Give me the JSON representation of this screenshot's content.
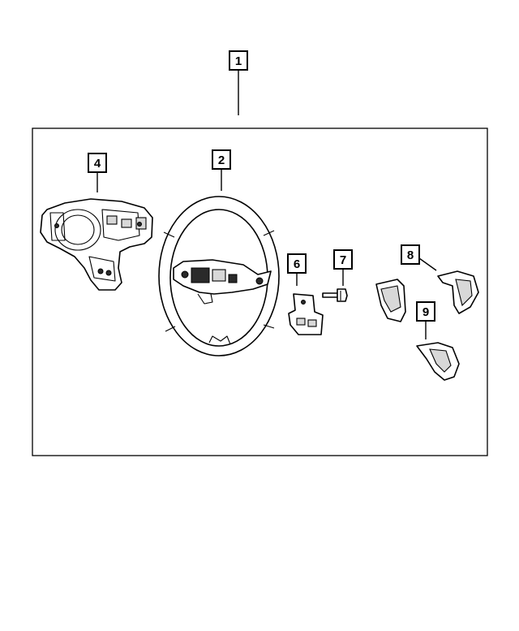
{
  "callouts": {
    "c1": "1",
    "c2": "2",
    "c4": "4",
    "c6": "6",
    "c7": "7",
    "c8": "8",
    "c9": "9"
  },
  "parts": [
    {
      "callout": "1",
      "icon": "assembly-frame"
    },
    {
      "callout": "2",
      "icon": "steering-wheel-icon"
    },
    {
      "callout": "4",
      "icon": "steering-wheel-back-cover-icon"
    },
    {
      "callout": "6",
      "icon": "bracket-icon"
    },
    {
      "callout": "7",
      "icon": "screw-icon"
    },
    {
      "callout": "8",
      "icon": "bezel-icon"
    },
    {
      "callout": "9",
      "icon": "lower-bezel-icon"
    }
  ],
  "colors": {
    "line": "#000000",
    "background": "#ffffff"
  }
}
